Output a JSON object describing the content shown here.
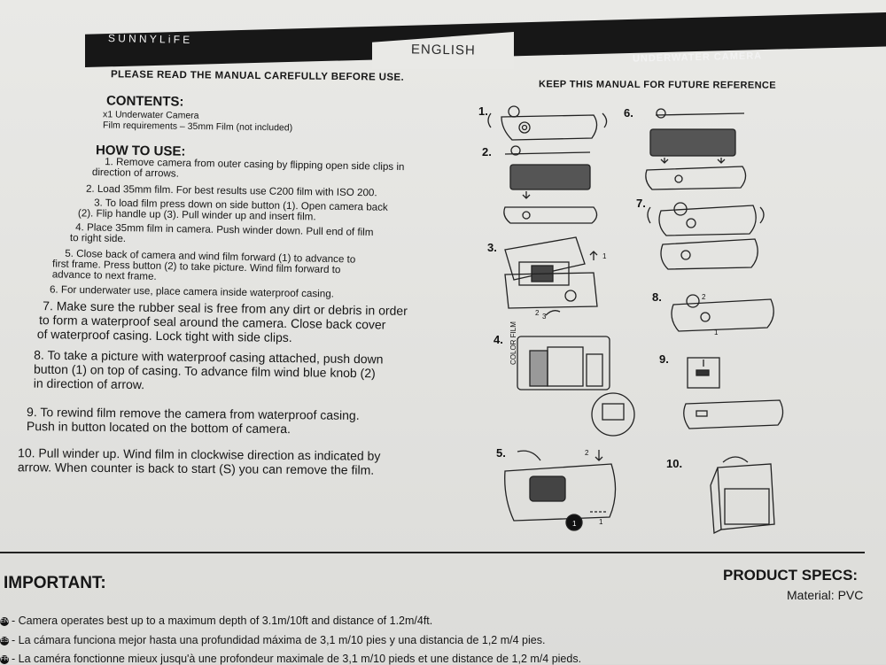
{
  "header": {
    "brand": "SUNNYLiFE",
    "language": "ENGLISH",
    "product": "UNDERWATER CAMERA",
    "read_notice": "PLEASE READ THE MANUAL CAREFULLY BEFORE USE.",
    "keep_notice": "KEEP THIS MANUAL FOR FUTURE REFERENCE"
  },
  "contents": {
    "title": "CONTENTS:",
    "items": [
      "x1 Underwater Camera",
      "Film requirements – 35mm Film (not included)"
    ]
  },
  "how_to_use": {
    "title": "HOW TO USE:",
    "steps": [
      [
        "1. Remove camera from outer casing by flipping open side clips in",
        "direction of arrows."
      ],
      [
        "2. Load 35mm film. For best results use C200 film with ISO 200."
      ],
      [
        "3. To load film press down on side button (1). Open camera back",
        "(2). Flip handle up (3). Pull winder up and insert film."
      ],
      [
        "4. Place 35mm film in camera. Push winder down. Pull end of film",
        "to right side."
      ],
      [
        "5. Close back of camera and wind film forward (1) to advance to",
        "first frame. Press button (2) to take picture. Wind film forward to",
        "advance to next frame."
      ],
      [
        "6. For underwater use, place camera inside waterproof casing."
      ],
      [
        "7. Make sure the rubber seal is free from any dirt or debris in order",
        "to form a waterproof seal around the camera. Close back cover",
        "of waterproof casing. Lock tight with side clips."
      ],
      [
        "8. To take a picture with waterproof casing attached, push down",
        "button (1) on top of casing. To advance film wind blue knob (2)",
        "in direction of arrow."
      ],
      [
        "9. To rewind film remove the camera from waterproof casing.",
        "Push in button located on the bottom of camera."
      ],
      [
        "10. Pull winder up. Wind film in clockwise direction as indicated by",
        "arrow. When counter is back to start (S) you can remove the film."
      ]
    ]
  },
  "diagram": {
    "labels": [
      "1.",
      "2.",
      "3.",
      "4.",
      "5.",
      "6.",
      "7.",
      "8.",
      "9.",
      "10."
    ],
    "film_text": "COLOR FILM",
    "callouts": [
      "1",
      "2",
      "3",
      "2",
      "1",
      "2",
      "1",
      "1"
    ]
  },
  "important": {
    "title": "IMPORTANT:",
    "lines": [
      "- Camera operates best up to a maximum depth of 3.1m/10ft and distance of 1.2m/4ft.",
      "- La cámara funciona mejor hasta una profundidad máxima de 3,1 m/10 pies y una distancia de 1,2 m/4 pies.",
      "- La caméra fonctionne mieux jusqu'à une profondeur maximale de 3,1 m/10 pieds et une distance de 1,2 m/4 pieds."
    ],
    "lang_badges": [
      "EN",
      "ES",
      "FR"
    ]
  },
  "specs": {
    "title": "PRODUCT SPECS:",
    "material": "Material: PVC"
  }
}
